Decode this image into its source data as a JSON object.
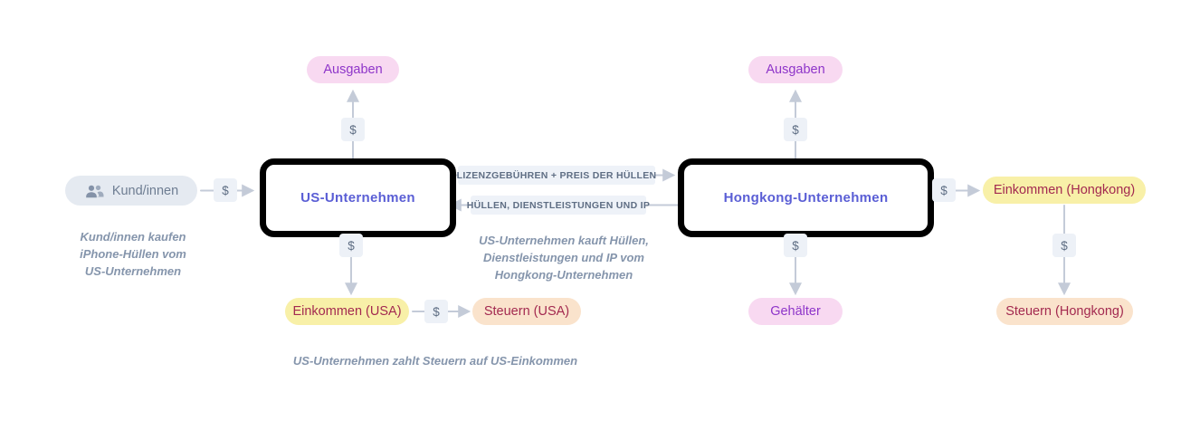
{
  "diagram": {
    "nodes": {
      "customers": "Kund/innen",
      "us_company": "US-Unternehmen",
      "hk_company": "Hongkong-Unternehmen",
      "expenses_left": "Ausgaben",
      "expenses_right": "Ausgaben",
      "income_usa": "Einkommen (USA)",
      "taxes_usa": "Steuern (USA)",
      "salaries": "Gehälter",
      "income_hongkong": "Einkommen (Hongkong)",
      "taxes_hongkong": "Steuern (Hongkong)"
    },
    "edge_labels": {
      "dollar": "$",
      "license_fees": "LIZENZGEBÜHREN + PREIS DER HÜLLEN",
      "goods_services": "HÜLLEN, DIENSTLEISTUNGEN UND IP"
    },
    "captions": {
      "customers_note": "Kund/innen kaufen iPhone-Hüllen vom US-Unternehmen",
      "purchase_note": "US-Unternehmen kauft Hüllen, Dienstleistungen und IP vom Hongkong-Unternehmen",
      "taxes_note": "US-Unternehmen zahlt Steuern auf US-Einkommen"
    },
    "colors": {
      "pink_pill_bg": "#f8d9f1",
      "pink_pill_text": "#8e35c9",
      "yellow_pill_bg": "#f8f0a8",
      "peach_pill_bg": "#fae3cc",
      "income_tax_text": "#a32a50",
      "gray_pill_bg": "#e5eaf1",
      "gray_pill_text": "#6e7d92",
      "badge_bg": "#edf1f7",
      "badge_text": "#5f6e84",
      "arrow": "#c4cbd8",
      "company_text": "#5a5ed5",
      "company_border": "#000000",
      "caption_text": "#8595ac"
    }
  }
}
